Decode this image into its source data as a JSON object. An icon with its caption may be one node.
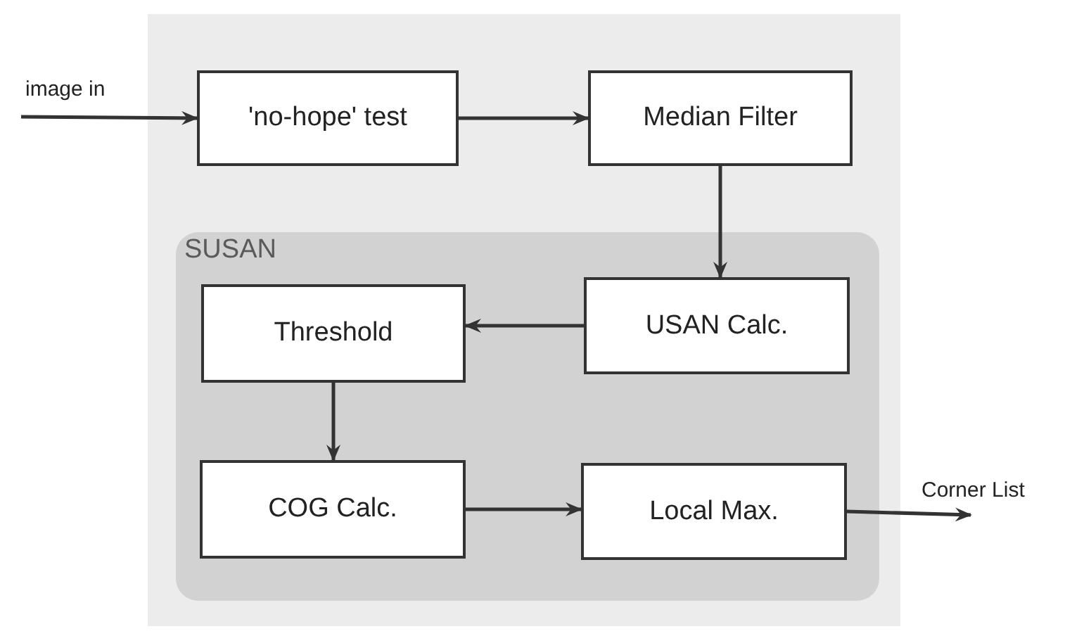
{
  "diagram": {
    "nodes": [
      {
        "text": [],
        "shape": "box"
      },
      {
        "text": [
          "'no-hope' test"
        ],
        "in": 0
      },
      {
        "text": [
          "Median Filter"
        ],
        "in": 0
      },
      {
        "text": [
          "SUSAN"
        ],
        "in": 0
      },
      {
        "text": [
          "Threshold"
        ],
        "in": 3
      },
      {
        "text": [
          "USAN Calc."
        ],
        "in": 3
      },
      {
        "text": [
          "COG Calc."
        ],
        "in": 3
      },
      {
        "text": [
          "Local Max."
        ],
        "in": 3
      }
    ],
    "edges": [
      {
        "from": null,
        "to": 1,
        "arrow": "to",
        "label": "image in"
      },
      {
        "from": 1,
        "to": 2,
        "arrow": "to"
      },
      {
        "from": 2,
        "to": 5,
        "arrow": "to"
      },
      {
        "from": 5,
        "to": 4,
        "arrow": "to"
      },
      {
        "from": 4,
        "to": 6,
        "arrow": "to"
      },
      {
        "from": 6,
        "to": 7,
        "arrow": "to"
      },
      {
        "from": 7,
        "to": null,
        "arrow": "to",
        "label": "Corner List"
      }
    ]
  }
}
